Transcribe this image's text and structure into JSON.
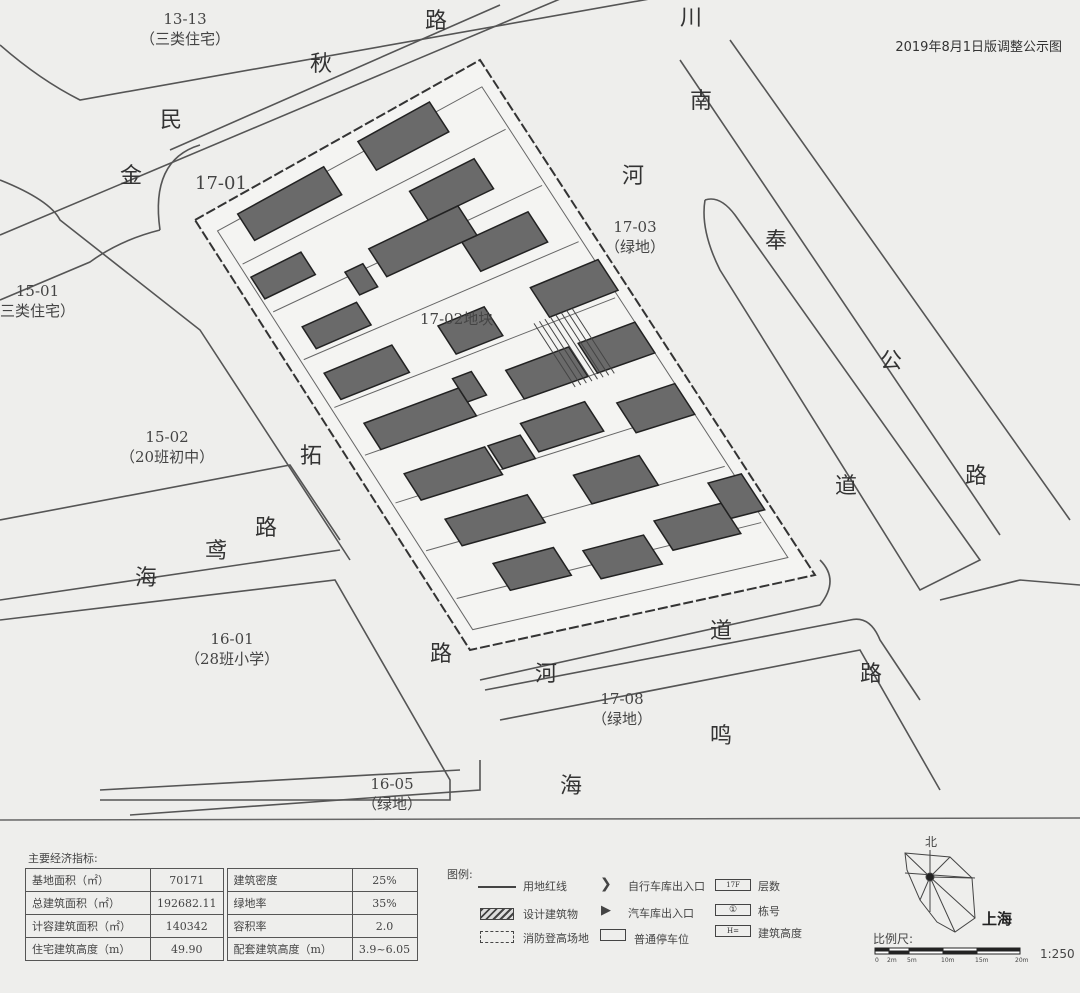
{
  "title": "2019年8月1日版调整公示图",
  "blocks": {
    "b1313": {
      "code": "13-13",
      "type": "（三类住宅）"
    },
    "b1701": {
      "code": "17-01"
    },
    "b1501": {
      "code": "15-01",
      "type": "三类住宅）"
    },
    "b1502": {
      "code": "15-02",
      "type": "（20班初中）"
    },
    "b1601": {
      "code": "16-01",
      "type": "（28班小学）"
    },
    "b1605": {
      "code": "16-05",
      "type": "（绿地）"
    },
    "b1708": {
      "code": "17-08",
      "type": "（绿地）"
    },
    "b1703": {
      "code": "17-03",
      "type": "（绿地）"
    },
    "b1702": {
      "code": "17-02地块"
    }
  },
  "roads": [
    "金",
    "民",
    "秋",
    "路",
    "川",
    "南",
    "奉",
    "公",
    "路",
    "河",
    "道",
    "拓",
    "路",
    "海",
    "鸢",
    "路",
    "道",
    "河",
    "路",
    "鸣",
    "海"
  ],
  "indicators": {
    "heading": "主要经济指标:",
    "rows": [
      {
        "k1": "基地面积（㎡）",
        "v1": "70171",
        "k2": "建筑密度",
        "v2": "25%"
      },
      {
        "k1": "总建筑面积（㎡）",
        "v1": "192682.11",
        "k2": "绿地率",
        "v2": "35%"
      },
      {
        "k1": "计容建筑面积（㎡）",
        "v1": "140342",
        "k2": "容积率",
        "v2": "2.0"
      },
      {
        "k1": "住宅建筑高度（m）",
        "v1": "49.90",
        "k2": "配套建筑高度（m）",
        "v2": "3.9~6.05"
      }
    ]
  },
  "legend": {
    "heading": "图例:",
    "items": [
      "用地红线",
      "设计建筑物",
      "消防登高场地",
      "自行车库出入口",
      "汽车库出入口",
      "普通停车位",
      "层数",
      "栋号",
      "建筑高度"
    ],
    "sym_floors": "17F",
    "sym_no": "①",
    "sym_h": "H="
  },
  "compass": {
    "north": "北",
    "city": "上海"
  },
  "scale": {
    "label": "比例尺:",
    "ticks": [
      "0",
      "2m",
      "5m",
      "10m",
      "15m",
      "20m"
    ],
    "ratio": "1:250"
  }
}
